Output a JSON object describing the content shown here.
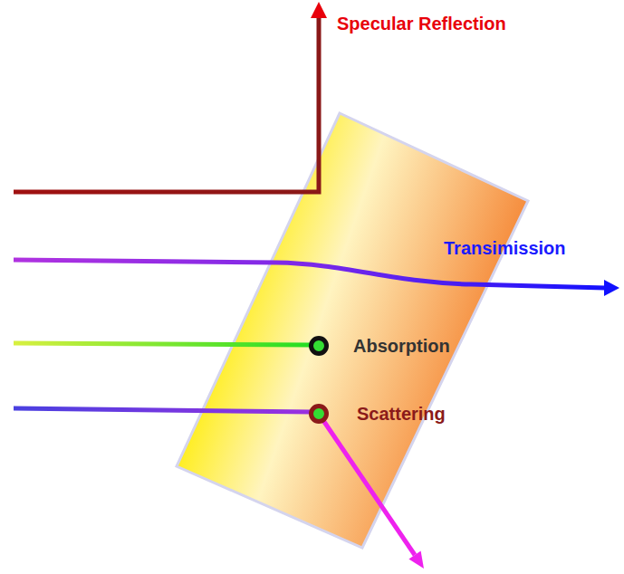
{
  "diagram": {
    "labels": [
      "Specular Reflection",
      "Transimission",
      "Absorption",
      "Scattering"
    ]
  }
}
